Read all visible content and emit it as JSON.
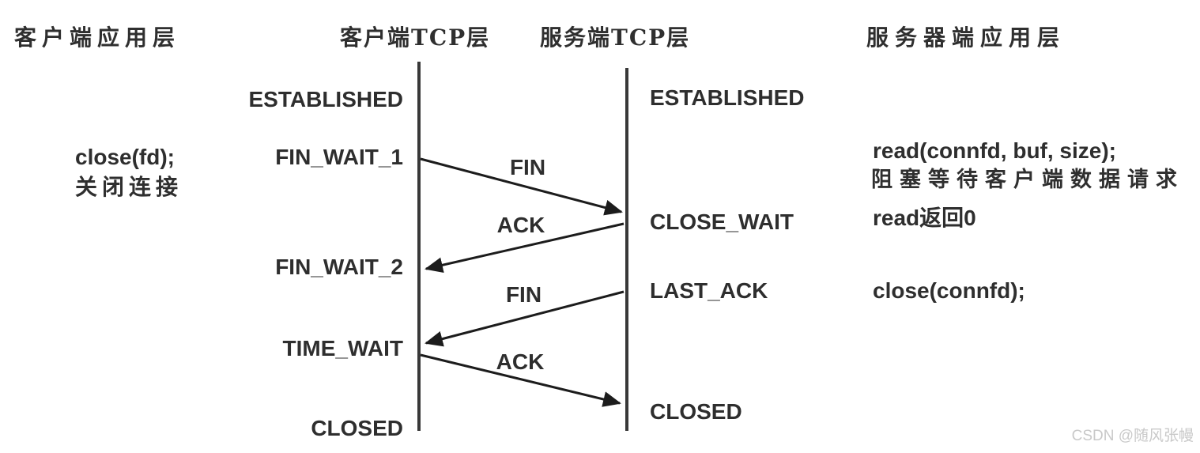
{
  "headers": {
    "client_app": "客户端应用层",
    "client_tcp": "客户端TCP层",
    "server_tcp": "服务端TCP层",
    "server_app": "服务器端应用层"
  },
  "client_states": {
    "established": "ESTABLISHED",
    "fin_wait_1": "FIN_WAIT_1",
    "fin_wait_2": "FIN_WAIT_2",
    "time_wait": "TIME_WAIT",
    "closed": "CLOSED"
  },
  "server_states": {
    "established": "ESTABLISHED",
    "close_wait": "CLOSE_WAIT",
    "last_ack": "LAST_ACK",
    "closed": "CLOSED"
  },
  "messages": {
    "fin_1": "FIN",
    "ack_1": "ACK",
    "fin_2": "FIN",
    "ack_2": "ACK"
  },
  "annotations": {
    "client_close_call": "close(fd);",
    "client_close_note": "关闭连接",
    "server_read_call": "read(connfd, buf, size);",
    "server_read_note": "阻塞等待客户端数据请求",
    "server_read_return": "read返回0",
    "server_close_call": "close(connfd);"
  },
  "watermark": "CSDN @随风张幔",
  "colors": {
    "background": "#ffffff",
    "text": "#2f2f2f",
    "line": "#1c1c1c",
    "lifeline": "#383838",
    "watermark": "#c9c9c9"
  }
}
